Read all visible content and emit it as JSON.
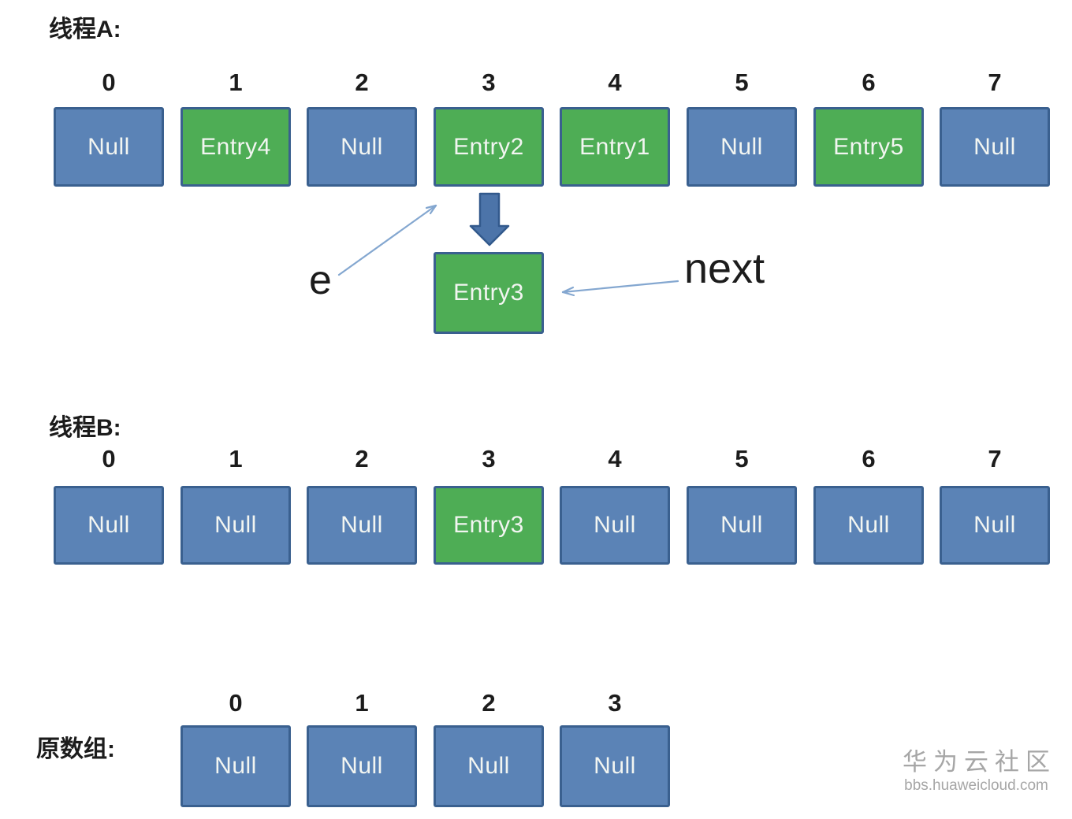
{
  "colors": {
    "null_box_fill": "#5b83b6",
    "entry_box_fill": "#4ead55",
    "box_border": "#3a608f",
    "thick_arrow_fill": "#4c74a9",
    "thick_arrow_border": "#32598c",
    "thin_arrow": "#84a7d0",
    "label_text": "#1c1c1c",
    "box_text": "#f2f5f1",
    "watermark": "#a6a6a6"
  },
  "sections": {
    "thread_a": {
      "title": "线程A:",
      "indices": [
        "0",
        "1",
        "2",
        "3",
        "4",
        "5",
        "6",
        "7"
      ],
      "cells": [
        {
          "label": "Null",
          "kind": "null"
        },
        {
          "label": "Entry4",
          "kind": "entry"
        },
        {
          "label": "Null",
          "kind": "null"
        },
        {
          "label": "Entry2",
          "kind": "entry"
        },
        {
          "label": "Entry1",
          "kind": "entry"
        },
        {
          "label": "Null",
          "kind": "null"
        },
        {
          "label": "Entry5",
          "kind": "entry"
        },
        {
          "label": "Null",
          "kind": "null"
        }
      ],
      "detached_cell": {
        "label": "Entry3",
        "kind": "entry"
      },
      "annotations": {
        "e_label": "e",
        "next_label": "next"
      }
    },
    "thread_b": {
      "title": "线程B:",
      "indices": [
        "0",
        "1",
        "2",
        "3",
        "4",
        "5",
        "6",
        "7"
      ],
      "cells": [
        {
          "label": "Null",
          "kind": "null"
        },
        {
          "label": "Null",
          "kind": "null"
        },
        {
          "label": "Null",
          "kind": "null"
        },
        {
          "label": "Entry3",
          "kind": "entry"
        },
        {
          "label": "Null",
          "kind": "null"
        },
        {
          "label": "Null",
          "kind": "null"
        },
        {
          "label": "Null",
          "kind": "null"
        },
        {
          "label": "Null",
          "kind": "null"
        }
      ]
    },
    "original_array": {
      "title": "原数组:",
      "indices": [
        "0",
        "1",
        "2",
        "3"
      ],
      "cells": [
        {
          "label": "Null",
          "kind": "null"
        },
        {
          "label": "Null",
          "kind": "null"
        },
        {
          "label": "Null",
          "kind": "null"
        },
        {
          "label": "Null",
          "kind": "null"
        }
      ]
    }
  },
  "watermark": {
    "line1": "华为云社区",
    "line2": "bbs.huaweicloud.com"
  }
}
